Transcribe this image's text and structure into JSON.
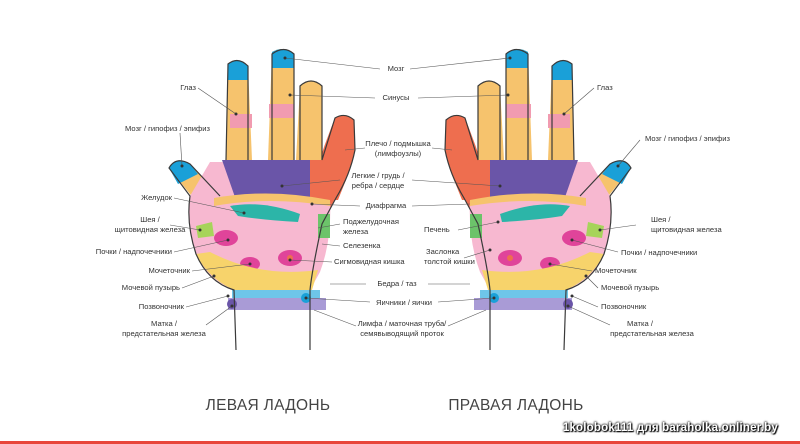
{
  "titles": {
    "left": "ЛЕВАЯ ЛАДОНЬ",
    "right": "ПРАВАЯ ЛАДОНЬ"
  },
  "center_labels": {
    "brain": "Мозг",
    "sinuses": "Синусы",
    "shoulder_1": "Плечо / подмышка",
    "shoulder_2": "(лимфоузлы)",
    "lungs_1": "Легкие / грудь /",
    "lungs_2": "ребра / сердце",
    "diaphragm": "Диафрагма",
    "pancreas_1": "Поджелудочная",
    "pancreas_2": "железа",
    "spleen": "Селезенка",
    "sigmoid": "Сигмовидная кишка",
    "liver": "Печень",
    "valve_1": "Заслонка",
    "valve_2": "толстой кишки",
    "hip": "Бедра / таз",
    "ovaries": "Яичники / яички",
    "lymph_1": "Лимфа / маточная труба/",
    "lymph_2": "семявыводящий проток"
  },
  "side_labels": {
    "eye": "Глаз",
    "pituitary": "Мозг / гипофиз / эпифиз",
    "stomach": "Желудок",
    "thyroid_1": "Шея /",
    "thyroid_2": "щитовидная железа",
    "kidneys": "Почки / надпочечники",
    "ureter": "Мочеточник",
    "bladder": "Мочевой пузырь",
    "spine": "Позвоночник",
    "uterus_1": "Матка /",
    "uterus_2": "предстательная железа"
  },
  "watermark": "1kolobok111 для baraholka.onliner.by",
  "colors": {
    "fingertip_blue": "#1aa0d8",
    "finger_orange": "#f6c36d",
    "finger_pink": "#f19bb0",
    "thumb_red": "#ee6e4f",
    "palm_purple": "#6a55a8",
    "palm_pink": "#f7b8d0",
    "magenta": "#e0449a",
    "stomach_teal": "#2cb5a8",
    "liver_brown": "#b0524f",
    "wrist_lilac": "#a99bd6",
    "yellow": "#f7d36b",
    "lime": "#a6d45a",
    "brand_red": "#e8463b"
  }
}
